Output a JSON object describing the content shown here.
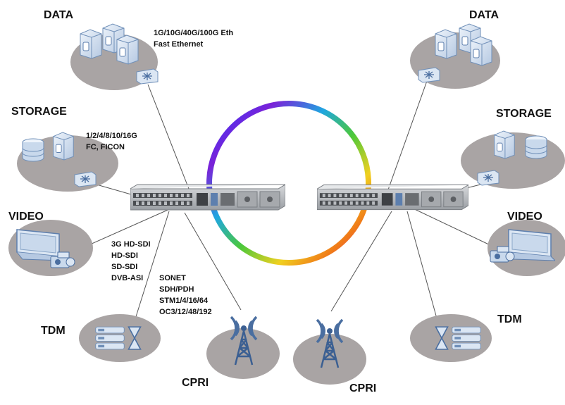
{
  "categories": {
    "data_left": "DATA",
    "data_right": "DATA",
    "storage_left": "STORAGE",
    "storage_right": "STORAGE",
    "video_left": "VIDEO",
    "video_right": "VIDEO",
    "tdm_left": "TDM",
    "tdm_right": "TDM",
    "cpri_left": "CPRI",
    "cpri_right": "CPRI"
  },
  "notes": {
    "ethernet": [
      "1G/10G/40G/100G Eth",
      "Fast Ethernet"
    ],
    "fibre_channel": [
      "1/2/4/8/10/16G",
      "FC, FICON"
    ],
    "video_formats": [
      "3G HD-SDI",
      "HD-SDI",
      "SD-SDI",
      "DVB-ASI"
    ],
    "sonet": [
      "SONET",
      "SDH/PDH",
      "STM1/4/16/64",
      "OC3/12/48/192"
    ]
  },
  "colors": {
    "ellipse": "#a9a4a4",
    "server": "#c9d9ec",
    "server_edge": "#6f8fb8",
    "chassis": "#b9bcc0",
    "link": "#555555"
  },
  "icons": {
    "server": "server-rack-icon",
    "switch": "network-switch-icon",
    "storage": "storage-disk-icon",
    "video": "monitor-camera-icon",
    "tdm": "tdm-multiplexer-icon",
    "cpri": "radio-tower-icon"
  }
}
